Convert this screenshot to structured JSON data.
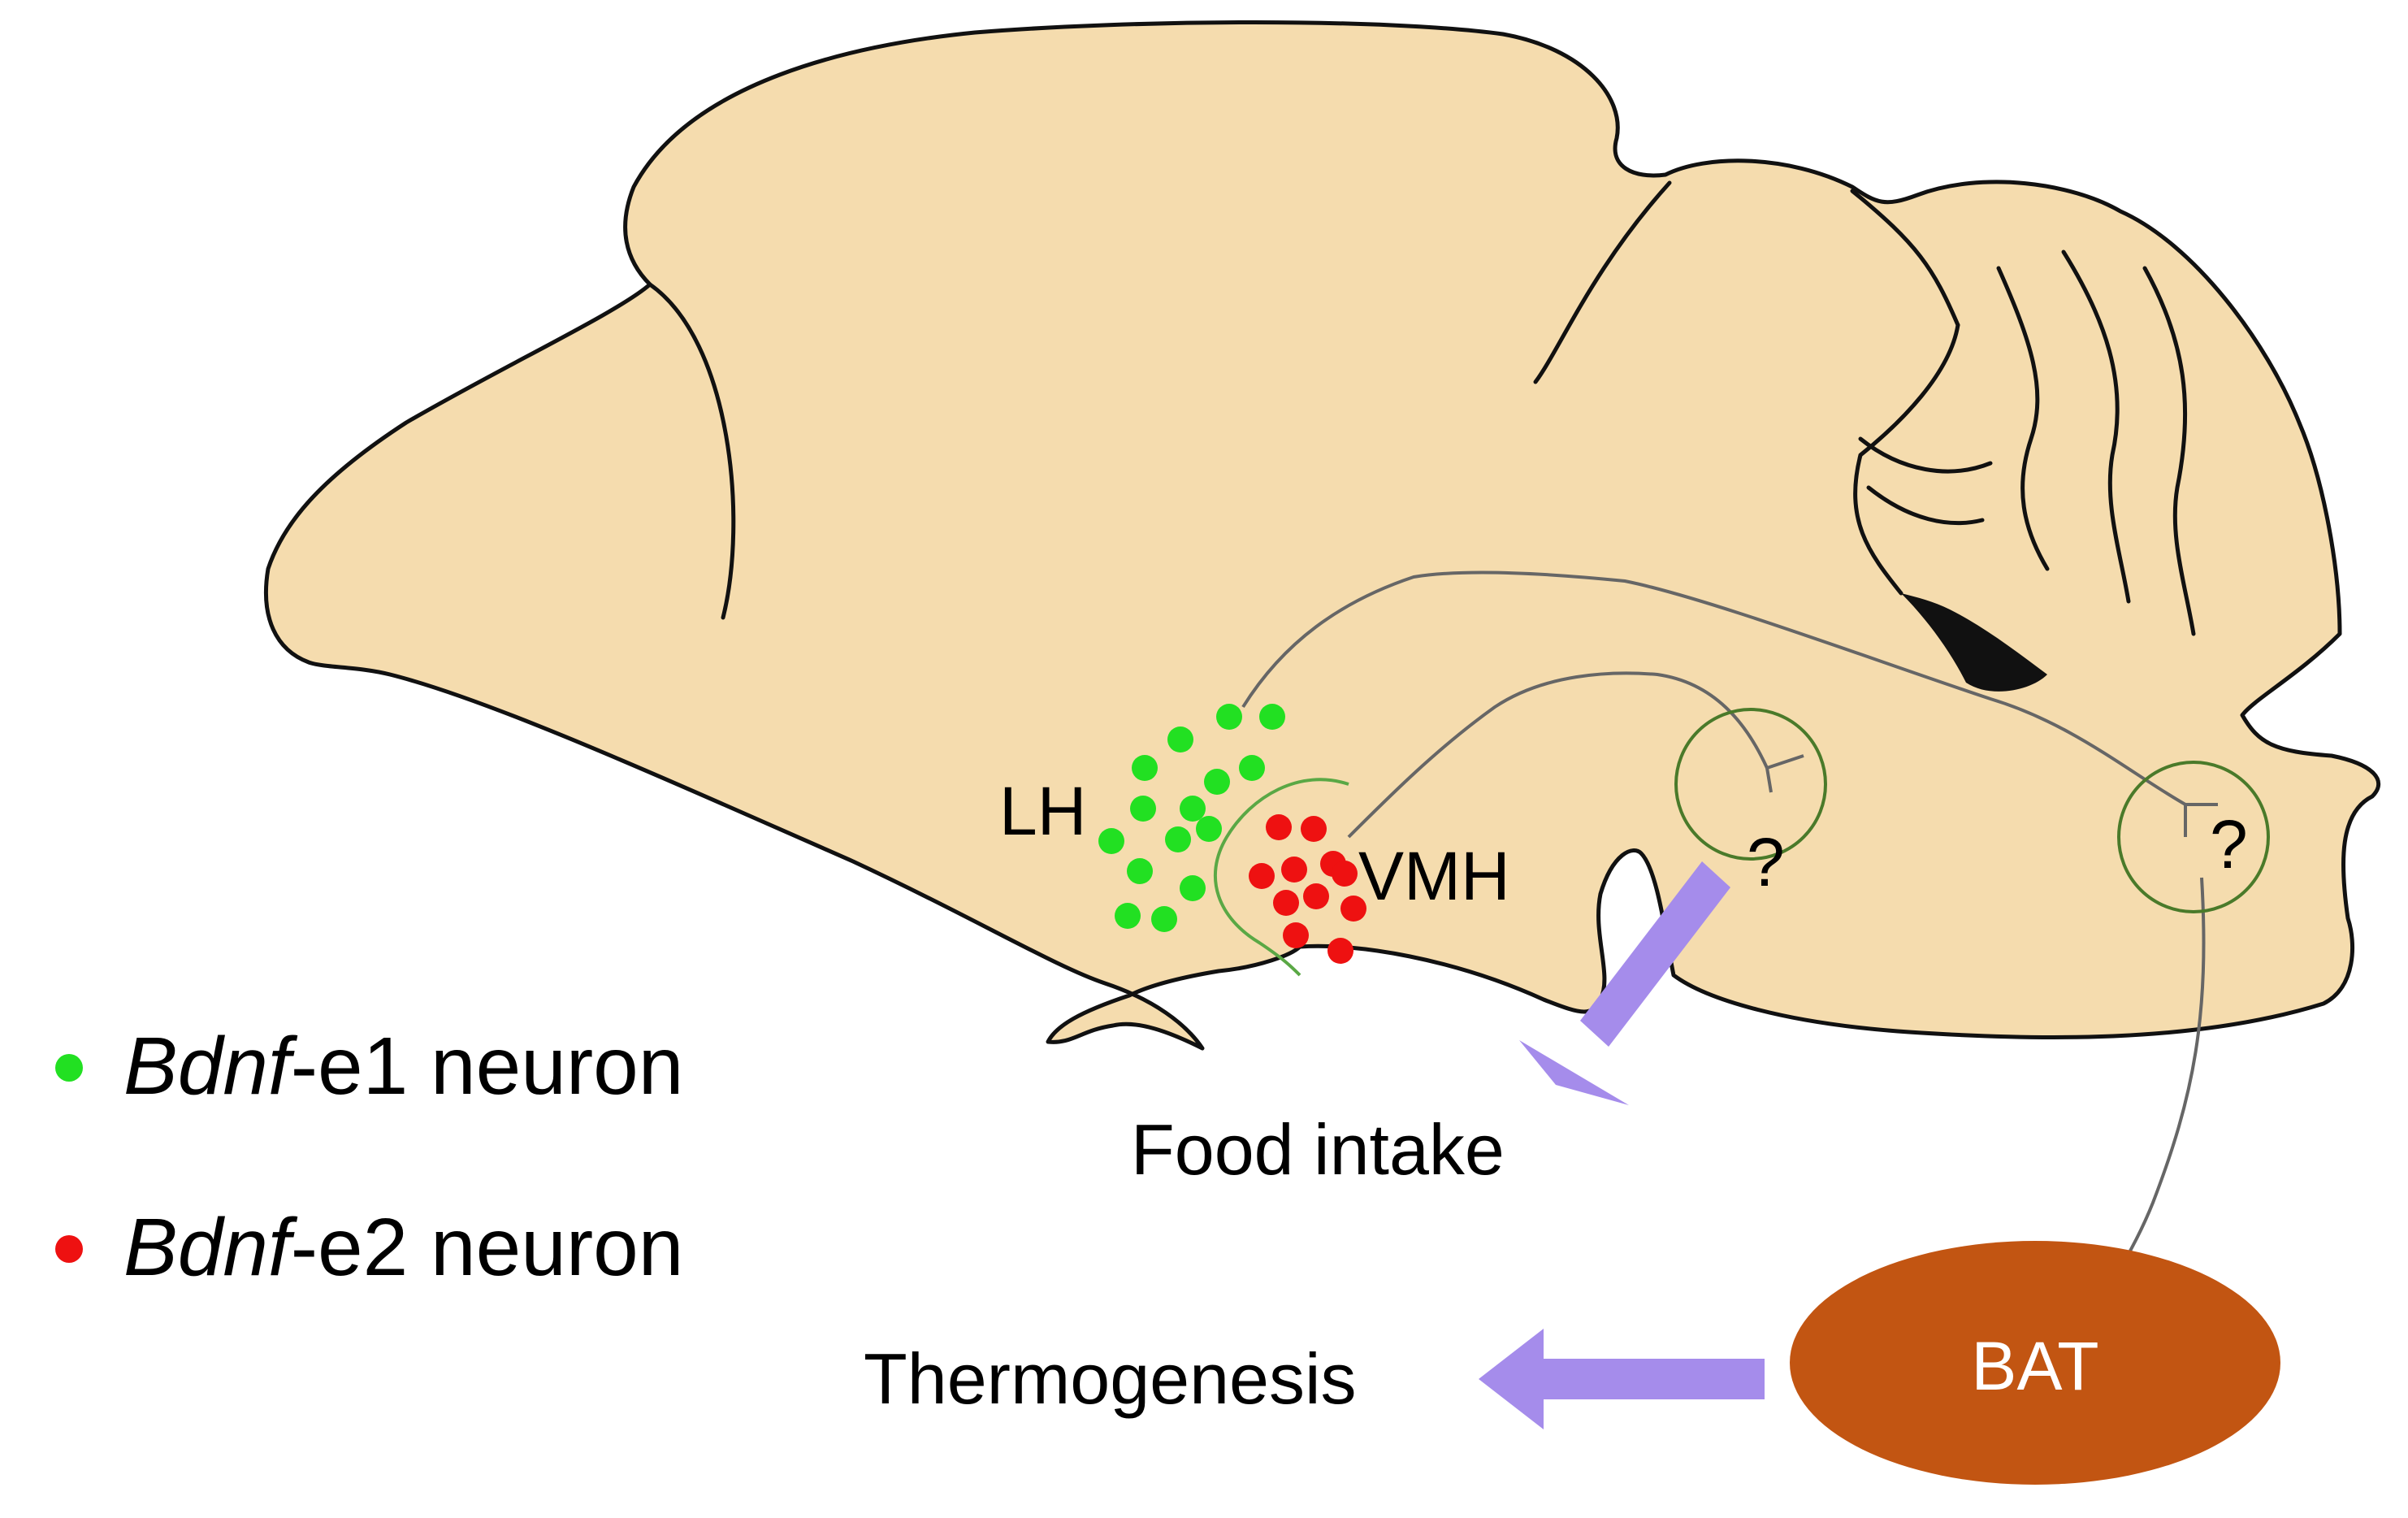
{
  "labels": {
    "lh": "LH",
    "vmh": "VMH",
    "q1": "?",
    "q2": "?",
    "food_intake": "Food intake",
    "thermogenesis": "Thermogenesis",
    "bat": "BAT"
  },
  "legend": [
    {
      "gene": "Bdnf",
      "suffix": "-e1 neuron",
      "color": "#22e022"
    },
    {
      "gene": "Bdnf",
      "suffix": "-e2 neuron",
      "color": "#ee1111"
    }
  ],
  "colors": {
    "brain_fill": "#f5dcae",
    "brain_outline": "#111111",
    "green_neuron": "#22e022",
    "red_neuron": "#ee1111",
    "axon": "#666666",
    "region_circle": "#4a7a2a",
    "arrow": "#a58ceb",
    "bat_fill": "#c25512"
  }
}
